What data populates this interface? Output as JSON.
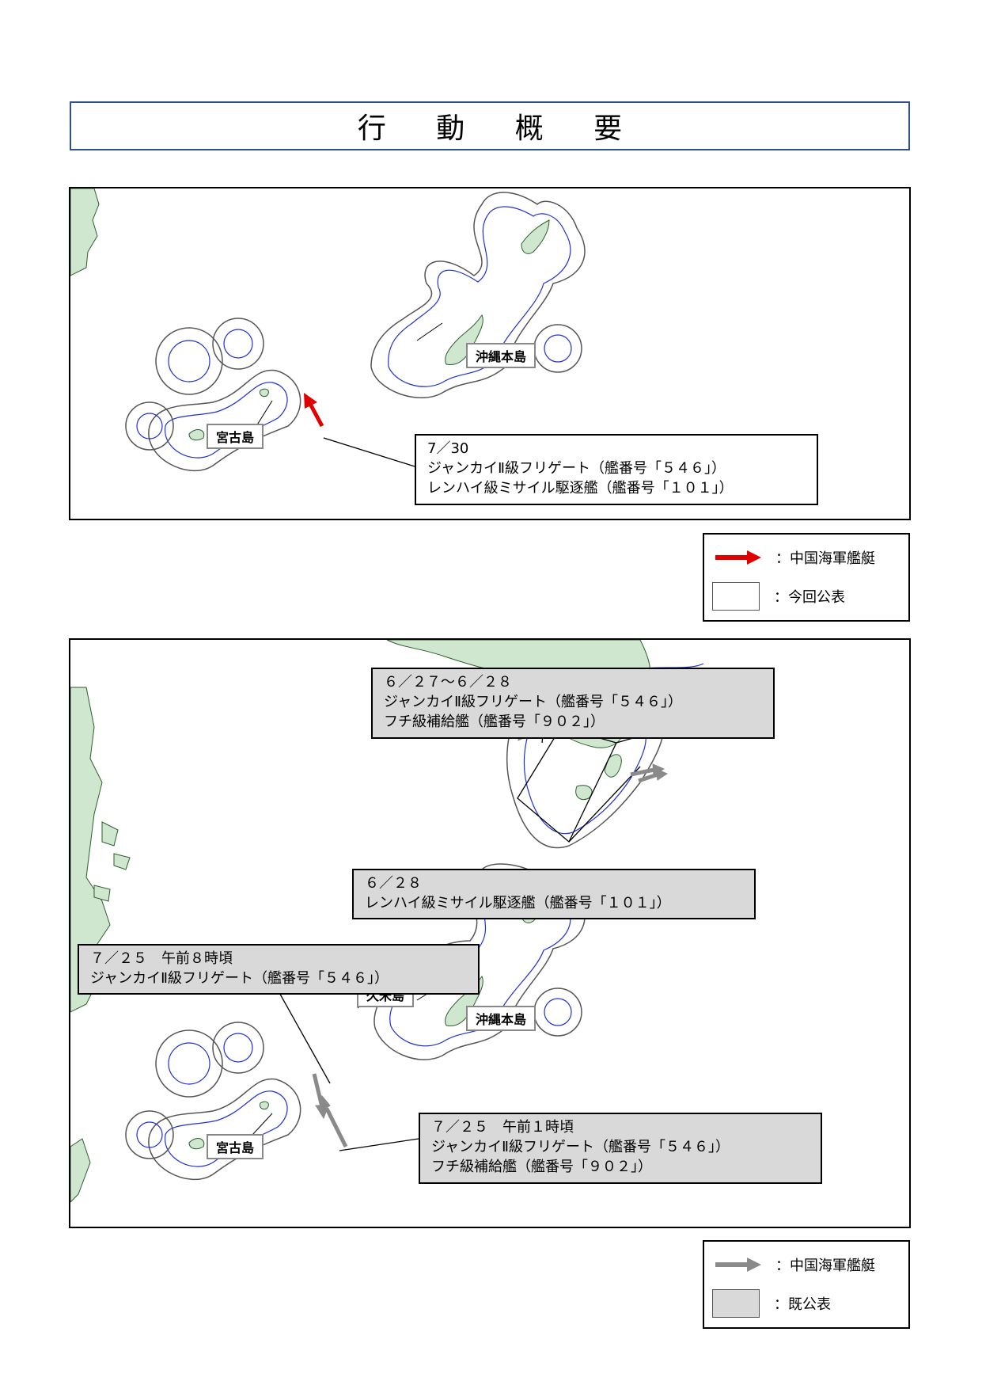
{
  "title": "行 動 概 要",
  "colors": {
    "land": "#cfe6cf",
    "land_edge": "#2e5e2e",
    "contour_blue": "#1f2fd6",
    "contour_gray": "#555555",
    "new_arrow": "#e00000",
    "old_arrow": "#8a8a8a",
    "old_fill": "#d9d9d9"
  },
  "map1": {
    "labels": {
      "okinawa": "沖縄本島",
      "miyako": "宮古島"
    },
    "callout": {
      "date": "7／30",
      "line1": "ジャンカイⅡ級フリゲート（艦番号「５４６」）",
      "line2": "レンハイ級ミサイル駆逐艦（艦番号「１０１」）"
    }
  },
  "legend1": {
    "arrow_label": "：中国海軍艦艇",
    "box_label": "：今回公表"
  },
  "map2": {
    "labels": {
      "okinawa": "沖縄本島",
      "miyako": "宮古島",
      "kume": "久米島"
    },
    "callout_a": {
      "date": "６／２７～６／２８",
      "line1": "ジャンカイⅡ級フリゲート（艦番号「５４６」）",
      "line2": "フチ級補給艦（艦番号「９０２」）"
    },
    "callout_b": {
      "date": "６／２８",
      "line1": "レンハイ級ミサイル駆逐艦（艦番号「１０１」）"
    },
    "callout_c": {
      "date": "７／２５　午前８時頃",
      "line1": "ジャンカイⅡ級フリゲート（艦番号「５４６」）"
    },
    "callout_d": {
      "date": "７／２５　午前１時頃",
      "line1": "ジャンカイⅡ級フリゲート（艦番号「５４６」）",
      "line2": "フチ級補給艦（艦番号「９０２」）"
    }
  },
  "legend2": {
    "arrow_label": "：中国海軍艦艇",
    "box_label": "：既公表"
  }
}
